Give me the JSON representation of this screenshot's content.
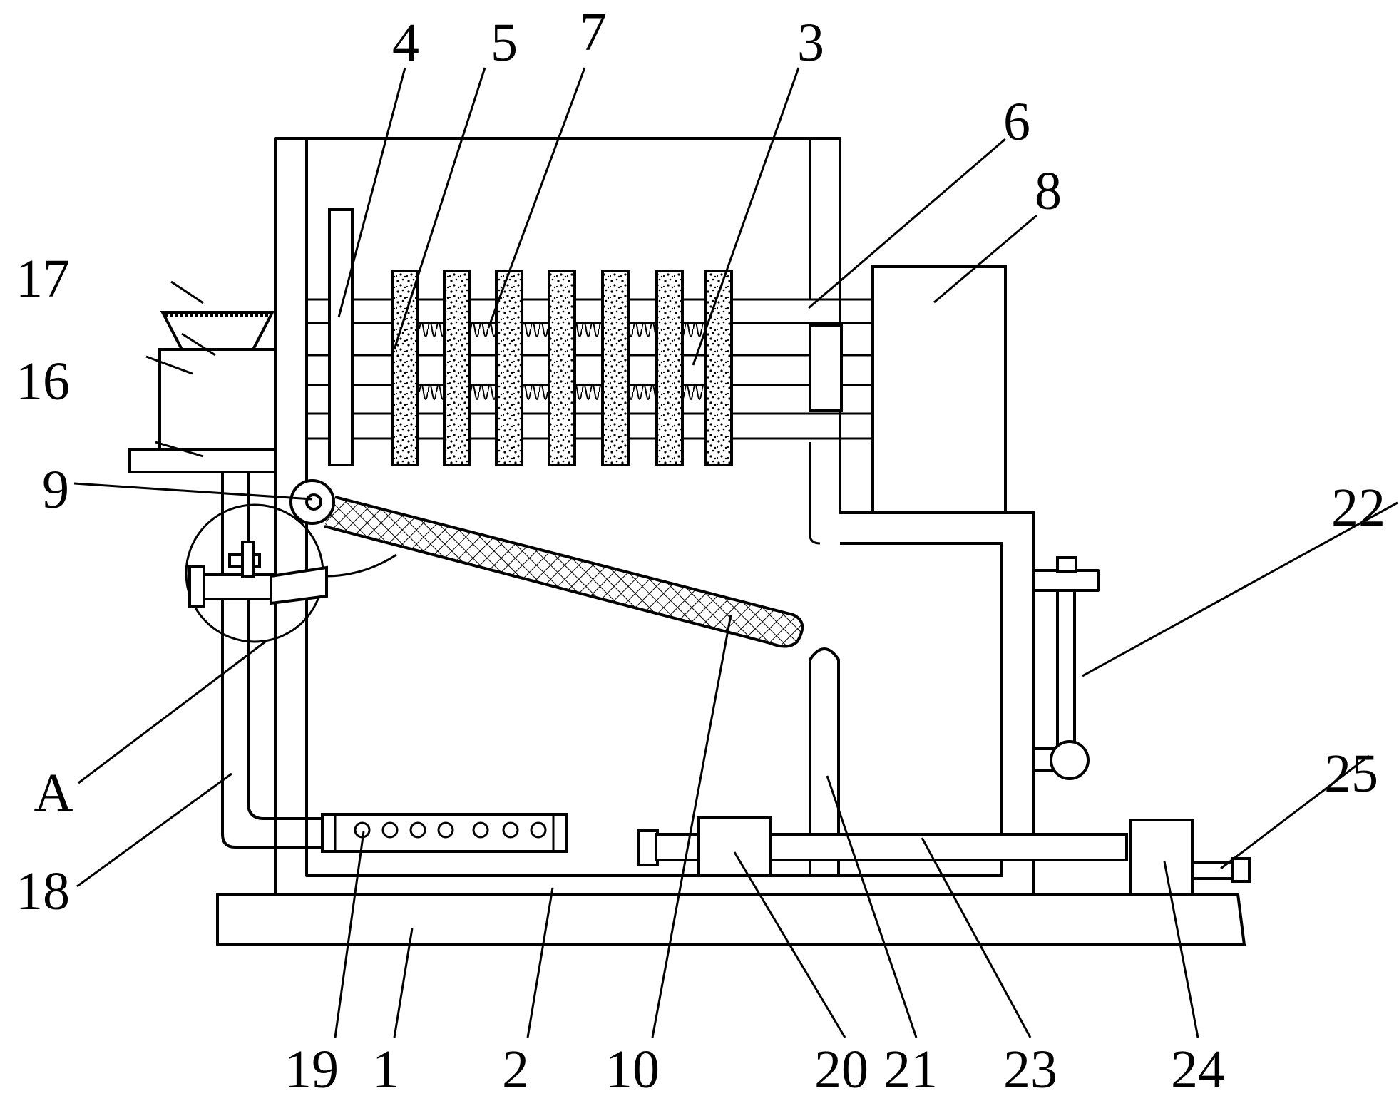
{
  "labels": {
    "n1": "1",
    "n2": "2",
    "n3": "3",
    "n4": "4",
    "n5": "5",
    "n6": "6",
    "n7": "7",
    "n8": "8",
    "n9": "9",
    "n10": "10",
    "n16": "16",
    "n17": "17",
    "n18": "18",
    "n19": "19",
    "n20": "20",
    "n21": "21",
    "n22": "22",
    "n23": "23",
    "n24": "24",
    "n25": "25",
    "nA": "A"
  }
}
